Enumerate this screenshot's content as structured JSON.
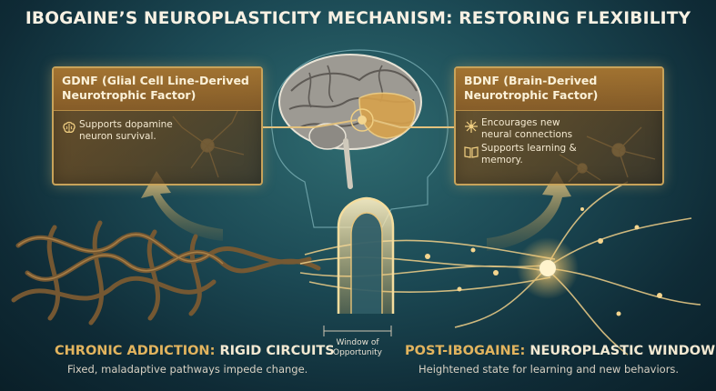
{
  "title": "IBOGAINE’S NEUROPLASTICITY MECHANISM: RESTORING FLEXIBILITY",
  "gdnf": {
    "title": "GDNF (Glial Cell Line-Derived Neurotrophic Factor)",
    "items": [
      {
        "icon": "brain-icon",
        "text": "Supports dopamine neuron survival."
      }
    ]
  },
  "bdnf": {
    "title": "BDNF (Brain-Derived Neurotrophic Factor)",
    "items": [
      {
        "icon": "sparkle-icon",
        "text": "Encourages new neural connections"
      },
      {
        "icon": "book-icon",
        "text": "Supports learning & memory."
      }
    ]
  },
  "window_label": "Window of Opportunity",
  "left_panel": {
    "heading_accent": "CHRONIC ADDICTION:",
    "heading_rest": "RIGID CIRCUITS",
    "description": "Fixed, maladaptive pathways impede change."
  },
  "right_panel": {
    "heading_accent": "POST-IBOGAINE:",
    "heading_rest": "NEUROPLASTIC WINDOW",
    "description": "Heightened state for learning and new behaviors."
  },
  "colors": {
    "gold": "#c8a35a",
    "accent_text": "#e2b45e",
    "background": "#1c4a55"
  }
}
